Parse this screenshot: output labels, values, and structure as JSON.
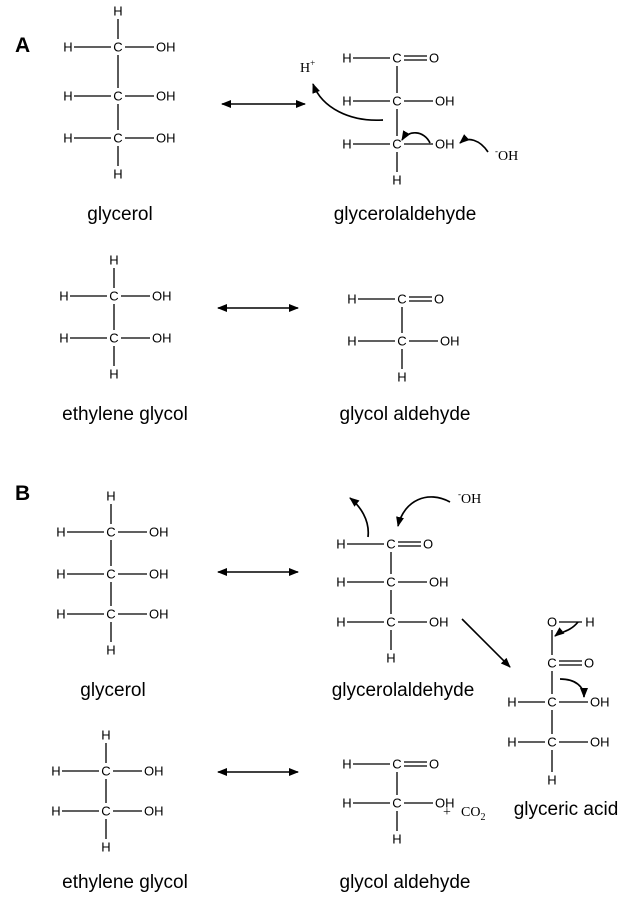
{
  "panels": {
    "A": {
      "label": "A",
      "glycerol_caption": "glycerol",
      "glycerolaldehyde_caption": "glycerolaldehyde",
      "ethylene_glycol_caption": "ethylene glycol",
      "glycol_aldehyde_caption": "glycol aldehyde",
      "proton": "H",
      "proton_charge": "+",
      "hydroxide_charge": "-",
      "hydroxide": "OH"
    },
    "B": {
      "label": "B",
      "glycerol_caption": "glycerol",
      "glycerolaldehyde_caption": "glycerolaldehyde",
      "ethylene_glycol_caption": "ethylene glycol",
      "glycol_aldehyde_caption": "glycol aldehyde",
      "glyceric_acid_caption": "glyceric acid",
      "hydroxide_charge": "-",
      "hydroxide": "OH",
      "plus": "+",
      "co2": "CO",
      "co2_subscript": "2"
    }
  },
  "atoms": {
    "H": "H",
    "C": "C",
    "O": "O",
    "OH": "OH"
  }
}
